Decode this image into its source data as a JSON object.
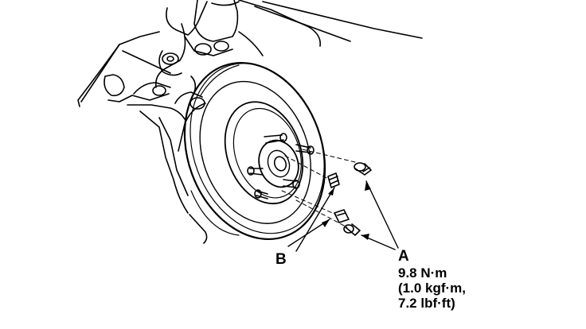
{
  "figure": {
    "callouts": {
      "a": "A",
      "b": "B"
    },
    "torque_spec": {
      "line1": "9.8 N·m",
      "line2": "(1.0 kgf·m,",
      "line3": "7.2 lbf·ft)"
    },
    "colors": {
      "ink": "#000000",
      "background": "#ffffff"
    }
  }
}
